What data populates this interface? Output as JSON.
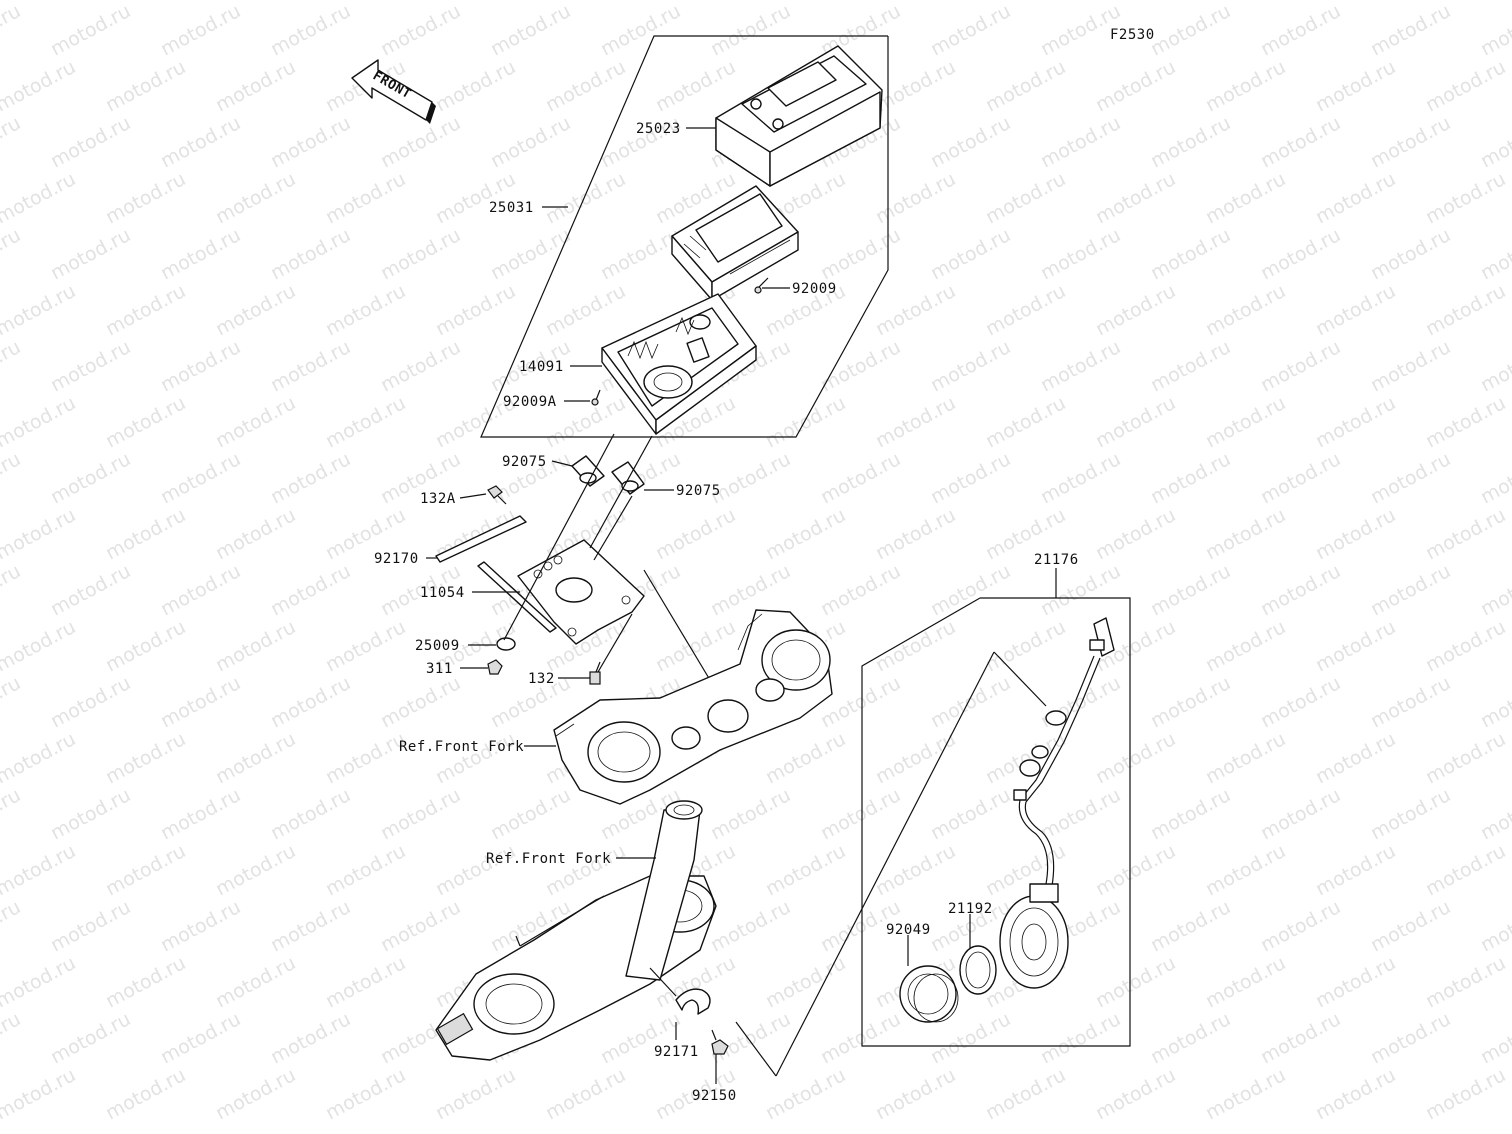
{
  "diagram": {
    "code": "F2530",
    "front_arrow_text": "FRONT",
    "watermark_text": "motod.ru",
    "labels": {
      "p25023": "25023",
      "p25031": "25031",
      "p92009": "92009",
      "p14091": "14091",
      "p92009a": "92009A",
      "p92075a": "92075",
      "p92075b": "92075",
      "p132a": "132A",
      "p92170": "92170",
      "p11054": "11054",
      "p25009": "25009",
      "p311": "311",
      "p132": "132",
      "ref_fork_upper": "Ref.Front Fork",
      "ref_fork_lower": "Ref.Front Fork",
      "p21176": "21176",
      "p21192": "21192",
      "p92049": "92049",
      "p92171": "92171",
      "p92150": "92150"
    }
  }
}
